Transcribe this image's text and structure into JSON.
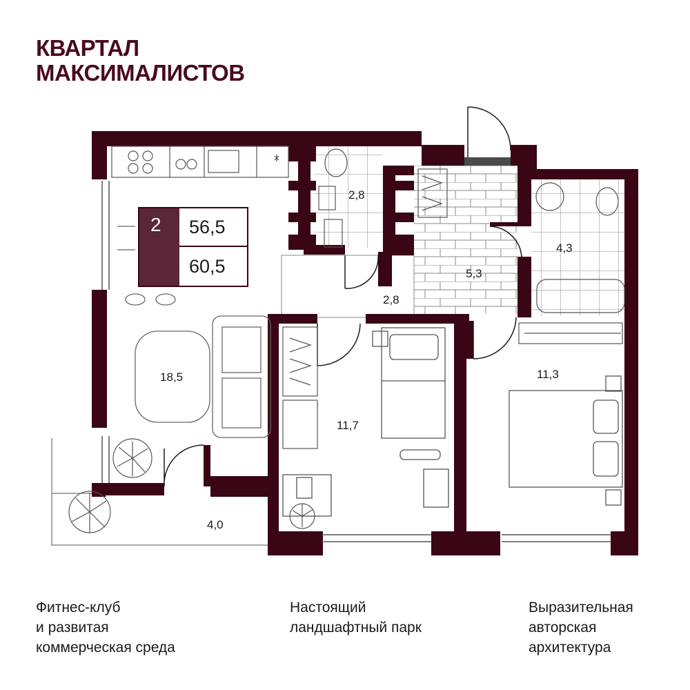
{
  "header": {
    "title_line1": "КВАРТАЛ",
    "title_line2": "МАКСИМАЛИСТОВ"
  },
  "apartment": {
    "rooms": "2",
    "living_area": "56,5",
    "total_area": "60,5"
  },
  "rooms": {
    "bathroom": "2,8",
    "hall": "2,8",
    "corridor": "5,3",
    "bathroom2": "4,3",
    "kitchen_living": "18,5",
    "bedroom1": "11,7",
    "bedroom2": "11,3",
    "balcony": "4,0"
  },
  "features": [
    {
      "line1": "Фитнес-клуб",
      "line2": "и развитая",
      "line3": "коммерческая среда"
    },
    {
      "line1": "Настоящий",
      "line2": "ландшафтный парк"
    },
    {
      "line1": "Выразительная",
      "line2": "авторская",
      "line3": "архитектура"
    }
  ],
  "colors": {
    "wall": "#3a0514",
    "brand": "#4a0a1e",
    "badge": "#5a2638"
  }
}
